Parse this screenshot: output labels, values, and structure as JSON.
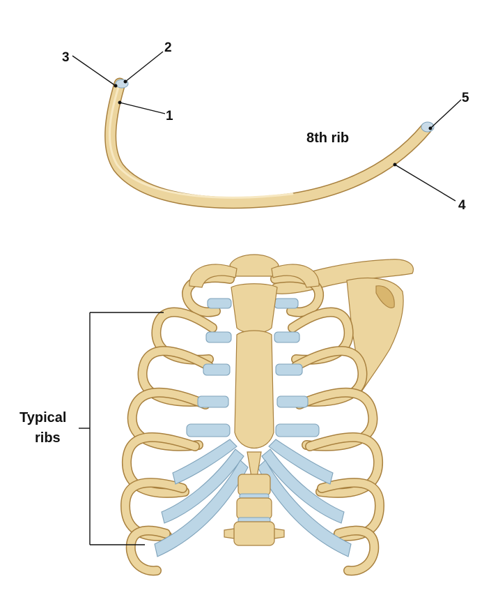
{
  "rib_figure": {
    "title": "8th rib",
    "labels": [
      "1",
      "2",
      "3",
      "4",
      "5"
    ]
  },
  "thorax_figure": {
    "bracket_label_line1": "Typical",
    "bracket_label_line2": "ribs"
  },
  "colors": {
    "bone": "#ecd59e",
    "bone_outline": "#a8803e",
    "cartilage": "#bcd6e6",
    "label_text": "#111111"
  }
}
